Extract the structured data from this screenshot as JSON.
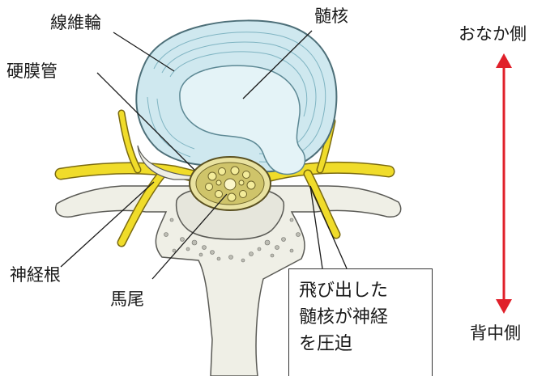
{
  "labels": {
    "annulus": "線維輪",
    "nucleus": "髄核",
    "dural_sac": "硬膜管",
    "nerve_root": "神経根",
    "cauda_equina": "馬尾",
    "ventral": "おなか側",
    "dorsal": "背中側"
  },
  "callout": {
    "line1": "飛び出した",
    "line2": "髄核が神経",
    "line3": "を圧迫"
  },
  "colors": {
    "nerve": "#f0dc2a",
    "disc": "#cfe8ef",
    "nucleus": "#e4f3f7",
    "bone": "#efefe6",
    "arrow": "#e0202a",
    "line": "#1a1a1a"
  }
}
